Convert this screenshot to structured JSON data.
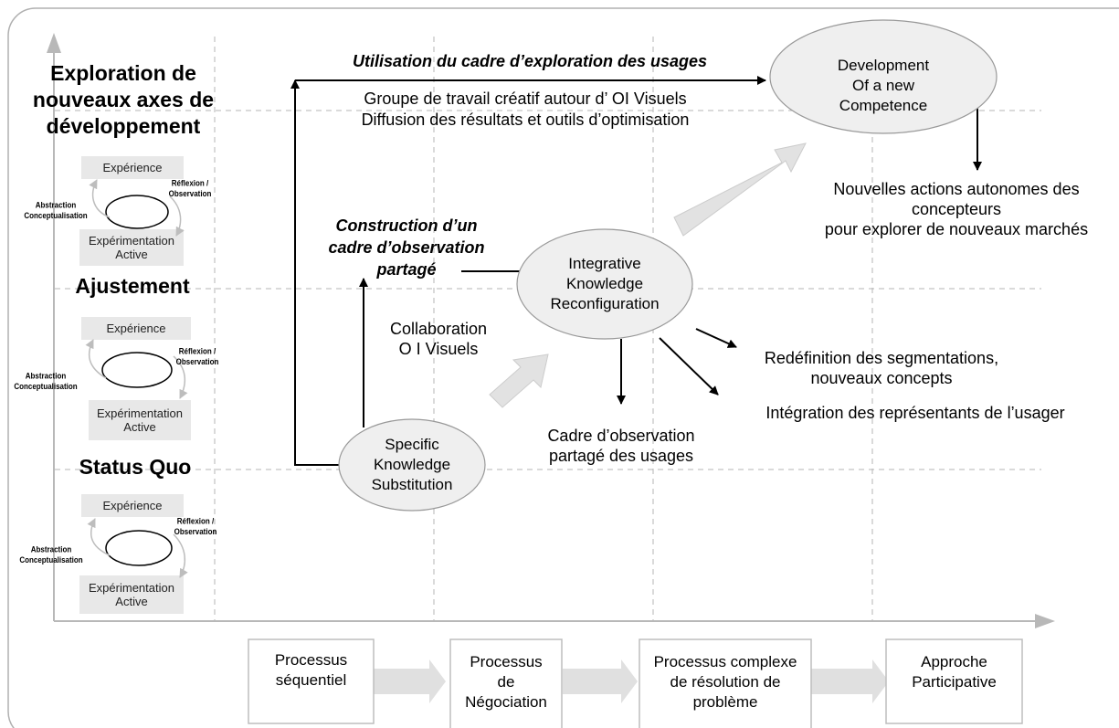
{
  "levels": {
    "exploration": [
      "Exploration de",
      "nouveaux axes de",
      "développement"
    ],
    "ajustement": "Ajustement",
    "status_quo": "Status Quo"
  },
  "cycle": {
    "experience": "Expérience",
    "experimentation": [
      "Expérimentation",
      "Active"
    ],
    "reflexion": [
      "Réflexion /",
      "Observation"
    ],
    "abstraction": [
      "Abstraction",
      "Conceptualisation"
    ]
  },
  "nodes": {
    "specific": [
      "Specific",
      "Knowledge",
      "Substitution"
    ],
    "integrative": [
      "Integrative",
      "Knowledge",
      "Reconfiguration"
    ],
    "development": [
      "Development",
      "Of a new",
      "Competence"
    ]
  },
  "annotations": {
    "utilisation": "Utilisation du cadre d’exploration des usages",
    "groupe": "Groupe de travail créatif autour d’ OI Visuels",
    "diffusion": "Diffusion des résultats et outils d’optimisation",
    "nouvelles": [
      "Nouvelles actions autonomes des",
      "concepteurs",
      "pour explorer de nouveaux marchés"
    ],
    "construction": [
      "Construction d’un",
      "cadre d’observation",
      "partagé"
    ],
    "collaboration": [
      "Collaboration",
      "O I Visuels"
    ],
    "redefinition": [
      "Redéfinition des segmentations,",
      "nouveaux concepts"
    ],
    "integration": "Intégration des représentants de l’usager",
    "cadre": [
      "Cadre d’observation",
      "partagé des usages"
    ]
  },
  "processes": [
    [
      "Processus",
      "séquentiel"
    ],
    [
      "Processus",
      "de",
      "Négociation"
    ],
    [
      "Processus complexe",
      "de résolution de",
      "problème"
    ],
    [
      "Approche",
      "Participative"
    ]
  ],
  "colors": {
    "frame": "#b0b0b0",
    "grid": "#b5b5b5",
    "axis": "#b8b8b8",
    "ellipse_fill": "#efefef",
    "big_arrow": "#e2e2e2",
    "cycle_box": "#e8e8e8",
    "arrow": "#000000"
  }
}
